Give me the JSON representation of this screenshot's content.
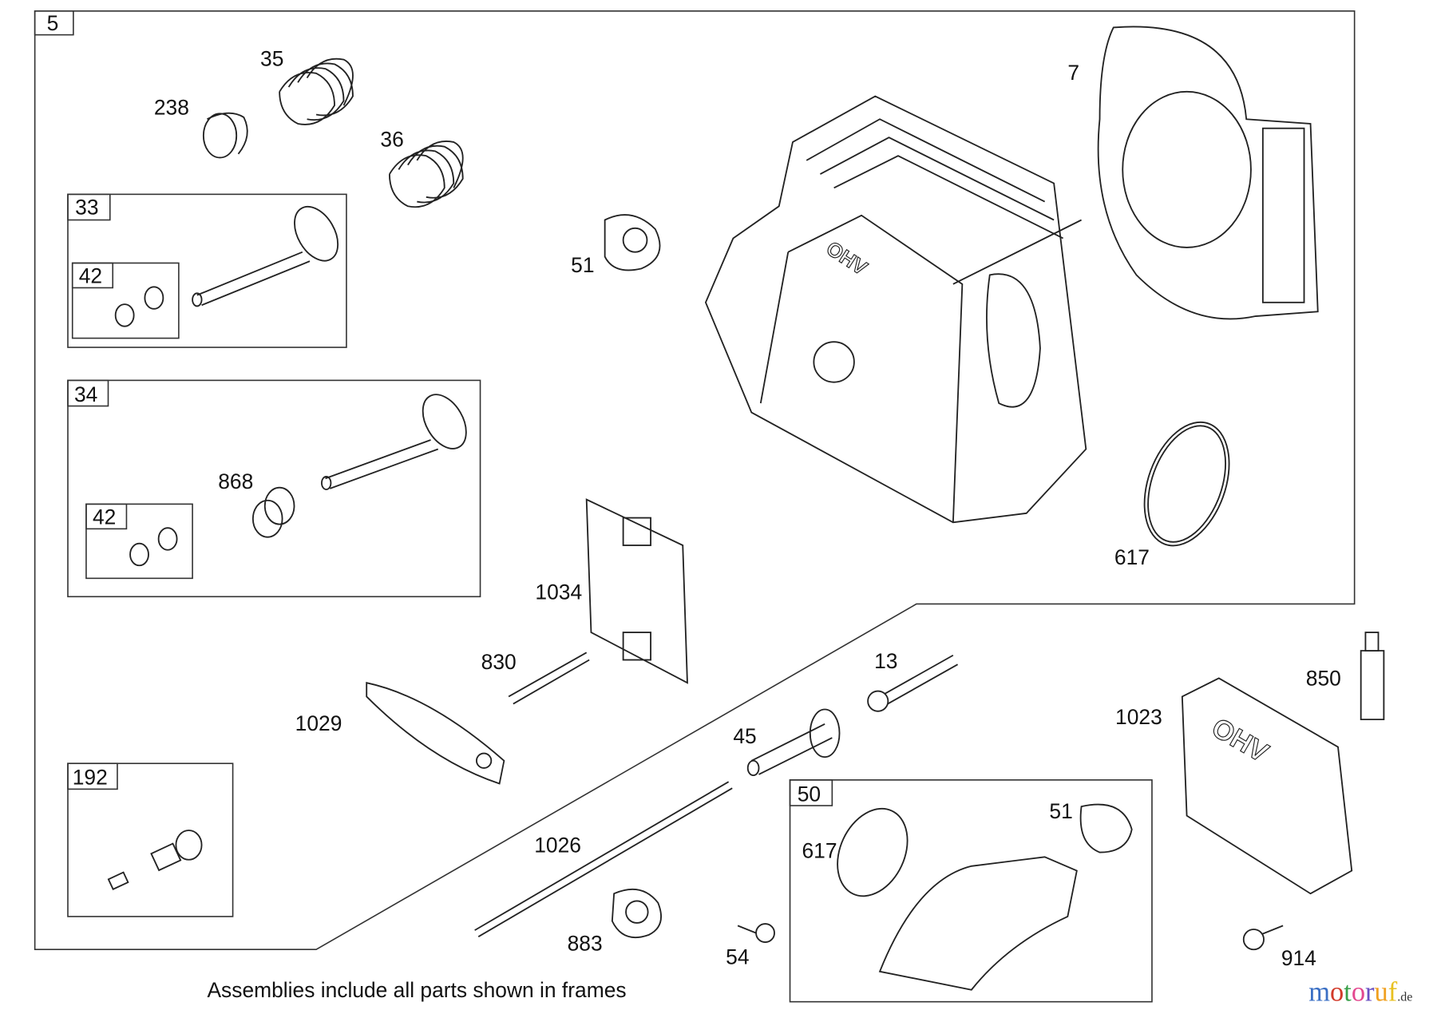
{
  "frames": [
    {
      "id": "5",
      "label": "5"
    },
    {
      "id": "33",
      "label": "33"
    },
    {
      "id": "42a",
      "label": "42"
    },
    {
      "id": "34",
      "label": "34"
    },
    {
      "id": "42b",
      "label": "42"
    },
    {
      "id": "192",
      "label": "192"
    },
    {
      "id": "50",
      "label": "50"
    }
  ],
  "callouts": {
    "c238": "238",
    "c35": "35",
    "c36": "36",
    "c7": "7",
    "c51": "51",
    "c617": "617",
    "c868": "868",
    "c1034": "1034",
    "c830": "830",
    "c13": "13",
    "c850": "850",
    "c1029": "1029",
    "c45": "45",
    "c1023": "1023",
    "c1026": "1026",
    "c50_617": "617",
    "c50_51": "51",
    "c883": "883",
    "c54": "54",
    "c914": "914"
  },
  "footer_note": "Assemblies include all parts shown in frames",
  "watermark": {
    "text": "motoruf",
    "suffix": ".de",
    "colors": [
      "#3a6fc4",
      "#d23a2a",
      "#3aa04a",
      "#e3488f",
      "#6a4fc2",
      "#f0a020",
      "#e8c020"
    ]
  }
}
